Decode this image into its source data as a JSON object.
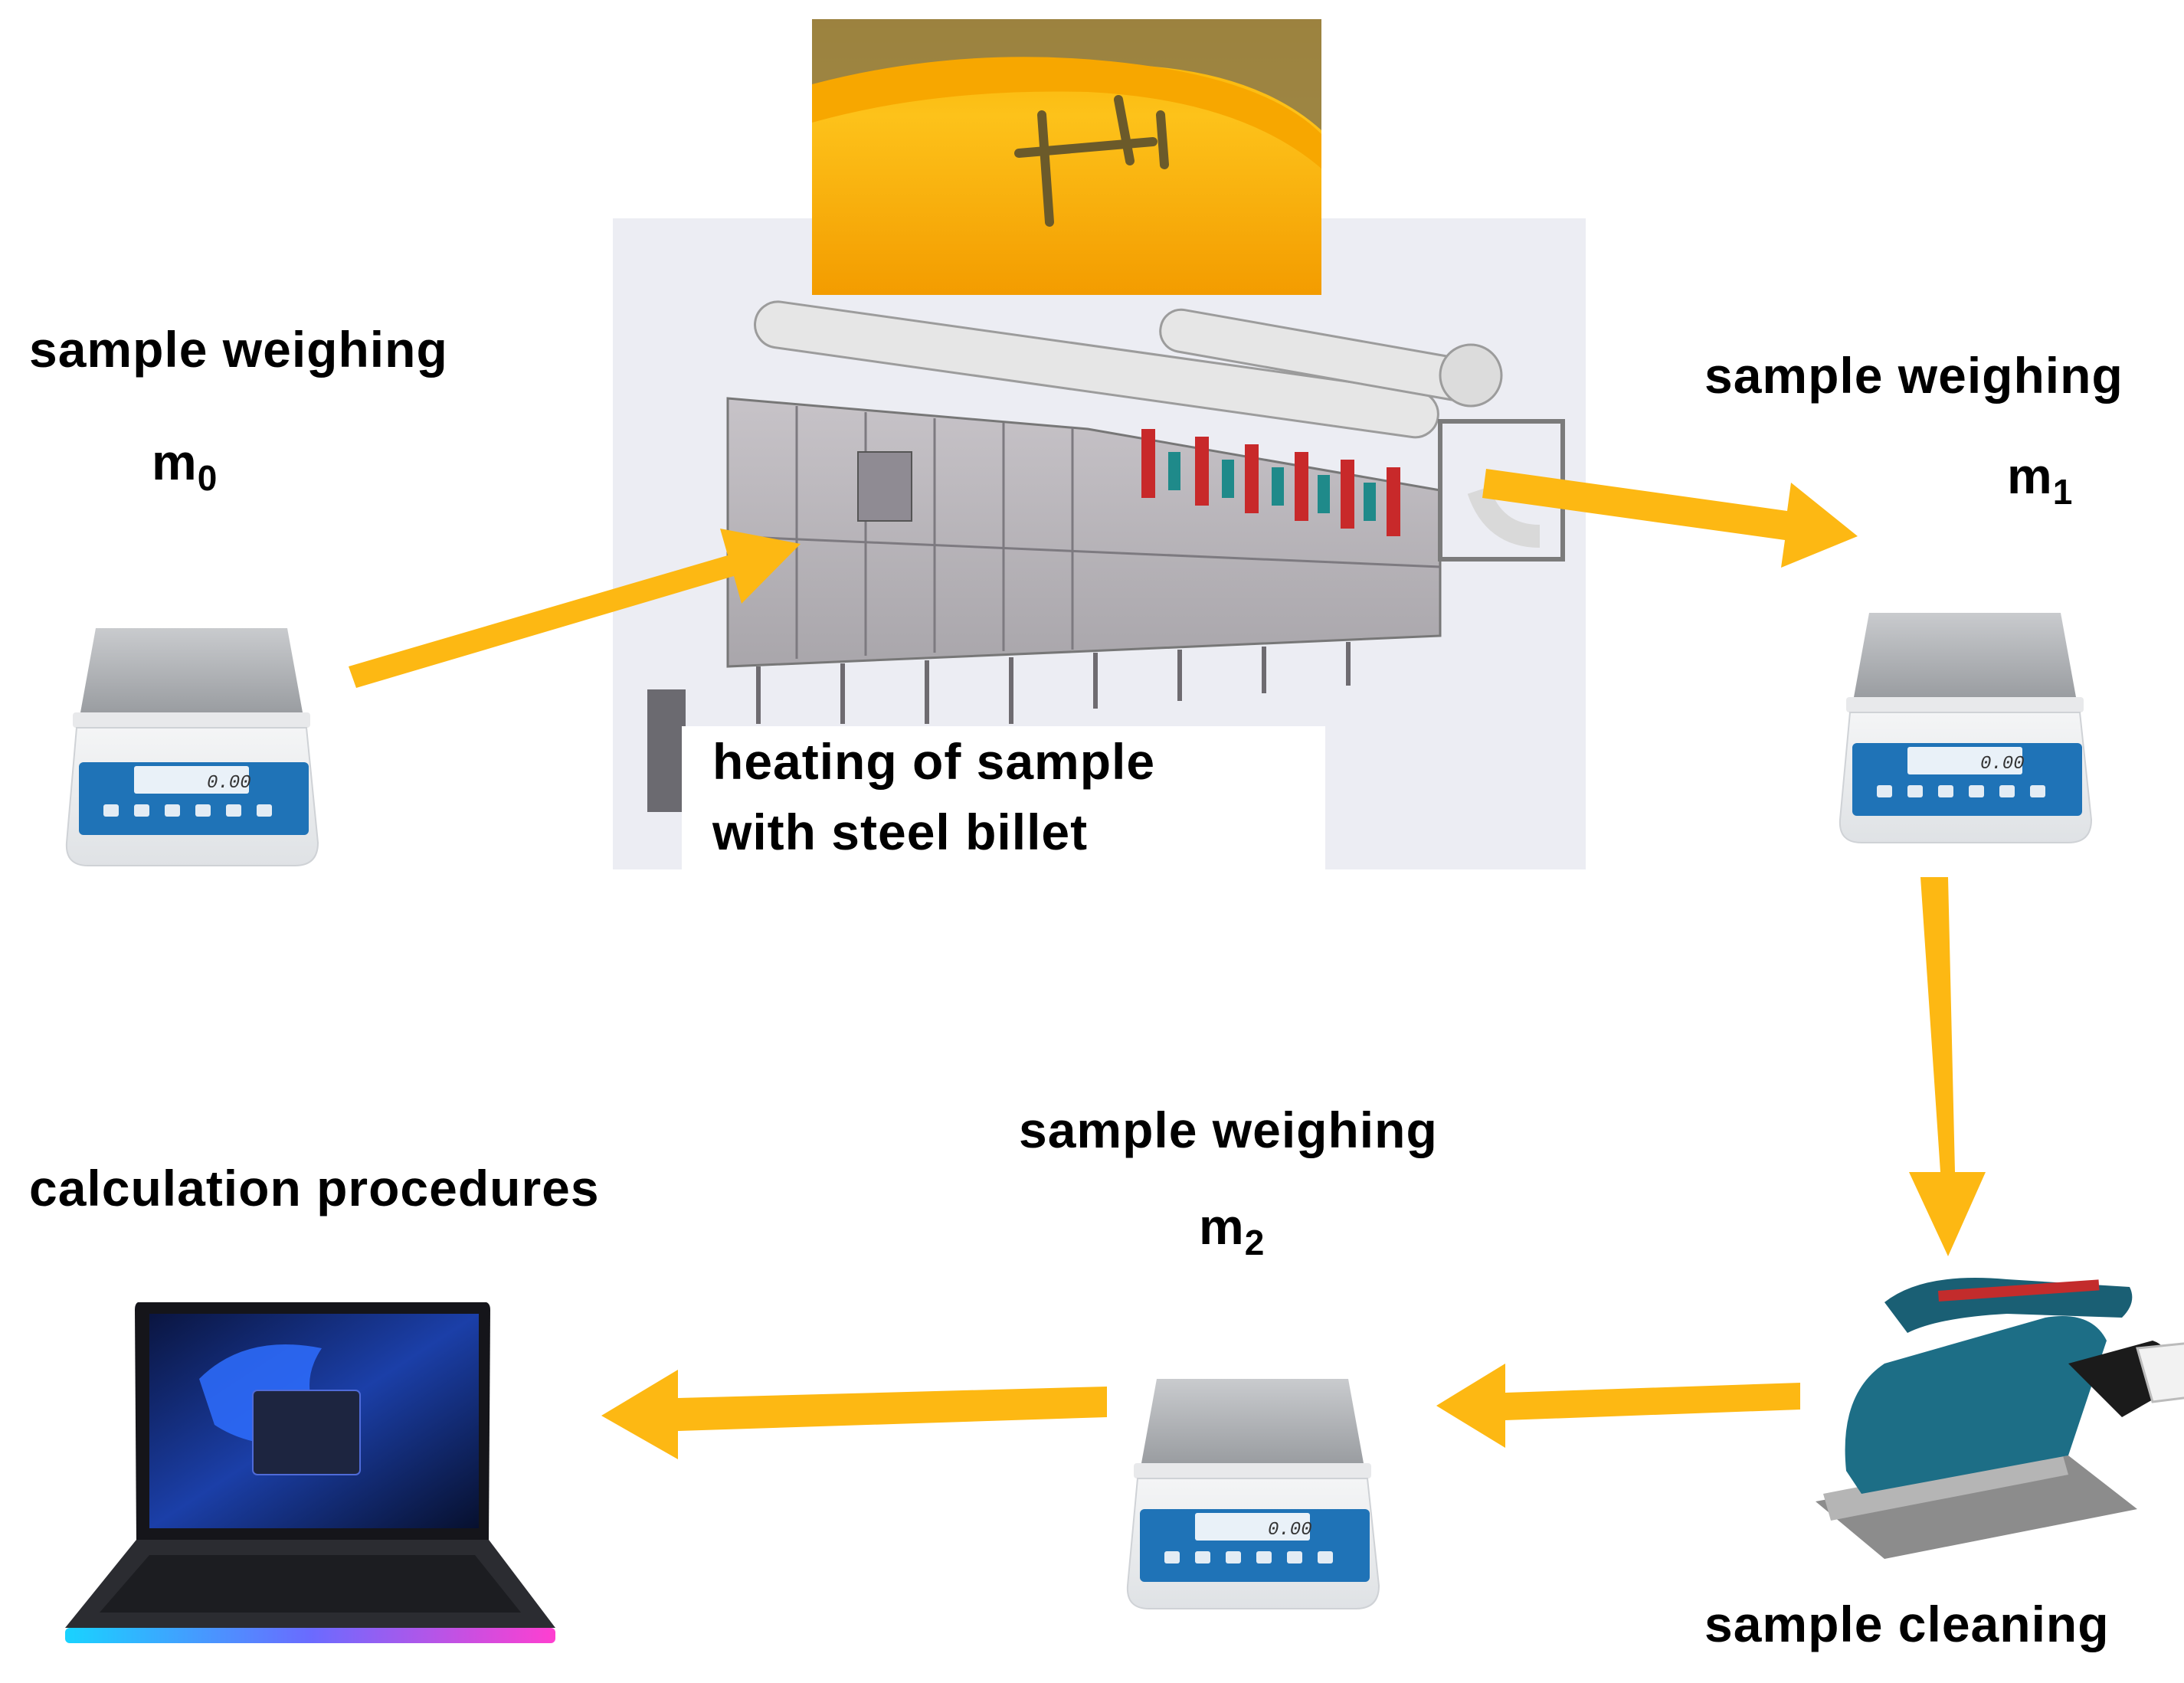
{
  "steps": {
    "weigh0": {
      "label": "sample weighing",
      "mass_symbol": "m",
      "mass_index": "0",
      "display": "0.00"
    },
    "heating": {
      "label_line1": "heating of sample",
      "label_line2": "with steel billet"
    },
    "weigh1": {
      "label": "sample weighing",
      "mass_symbol": "m",
      "mass_index": "1",
      "display": "0.00"
    },
    "cleaning": {
      "label": "sample cleaning"
    },
    "weigh2": {
      "label": "sample weighing",
      "mass_symbol": "m",
      "mass_index": "2",
      "display": "0.00"
    },
    "calc": {
      "label": "calculation procedures"
    }
  },
  "colors": {
    "arrow": "#FDB813",
    "scale_panel": "#1f73b7",
    "sander": "#1d6e86",
    "flame": "#f6a800"
  }
}
